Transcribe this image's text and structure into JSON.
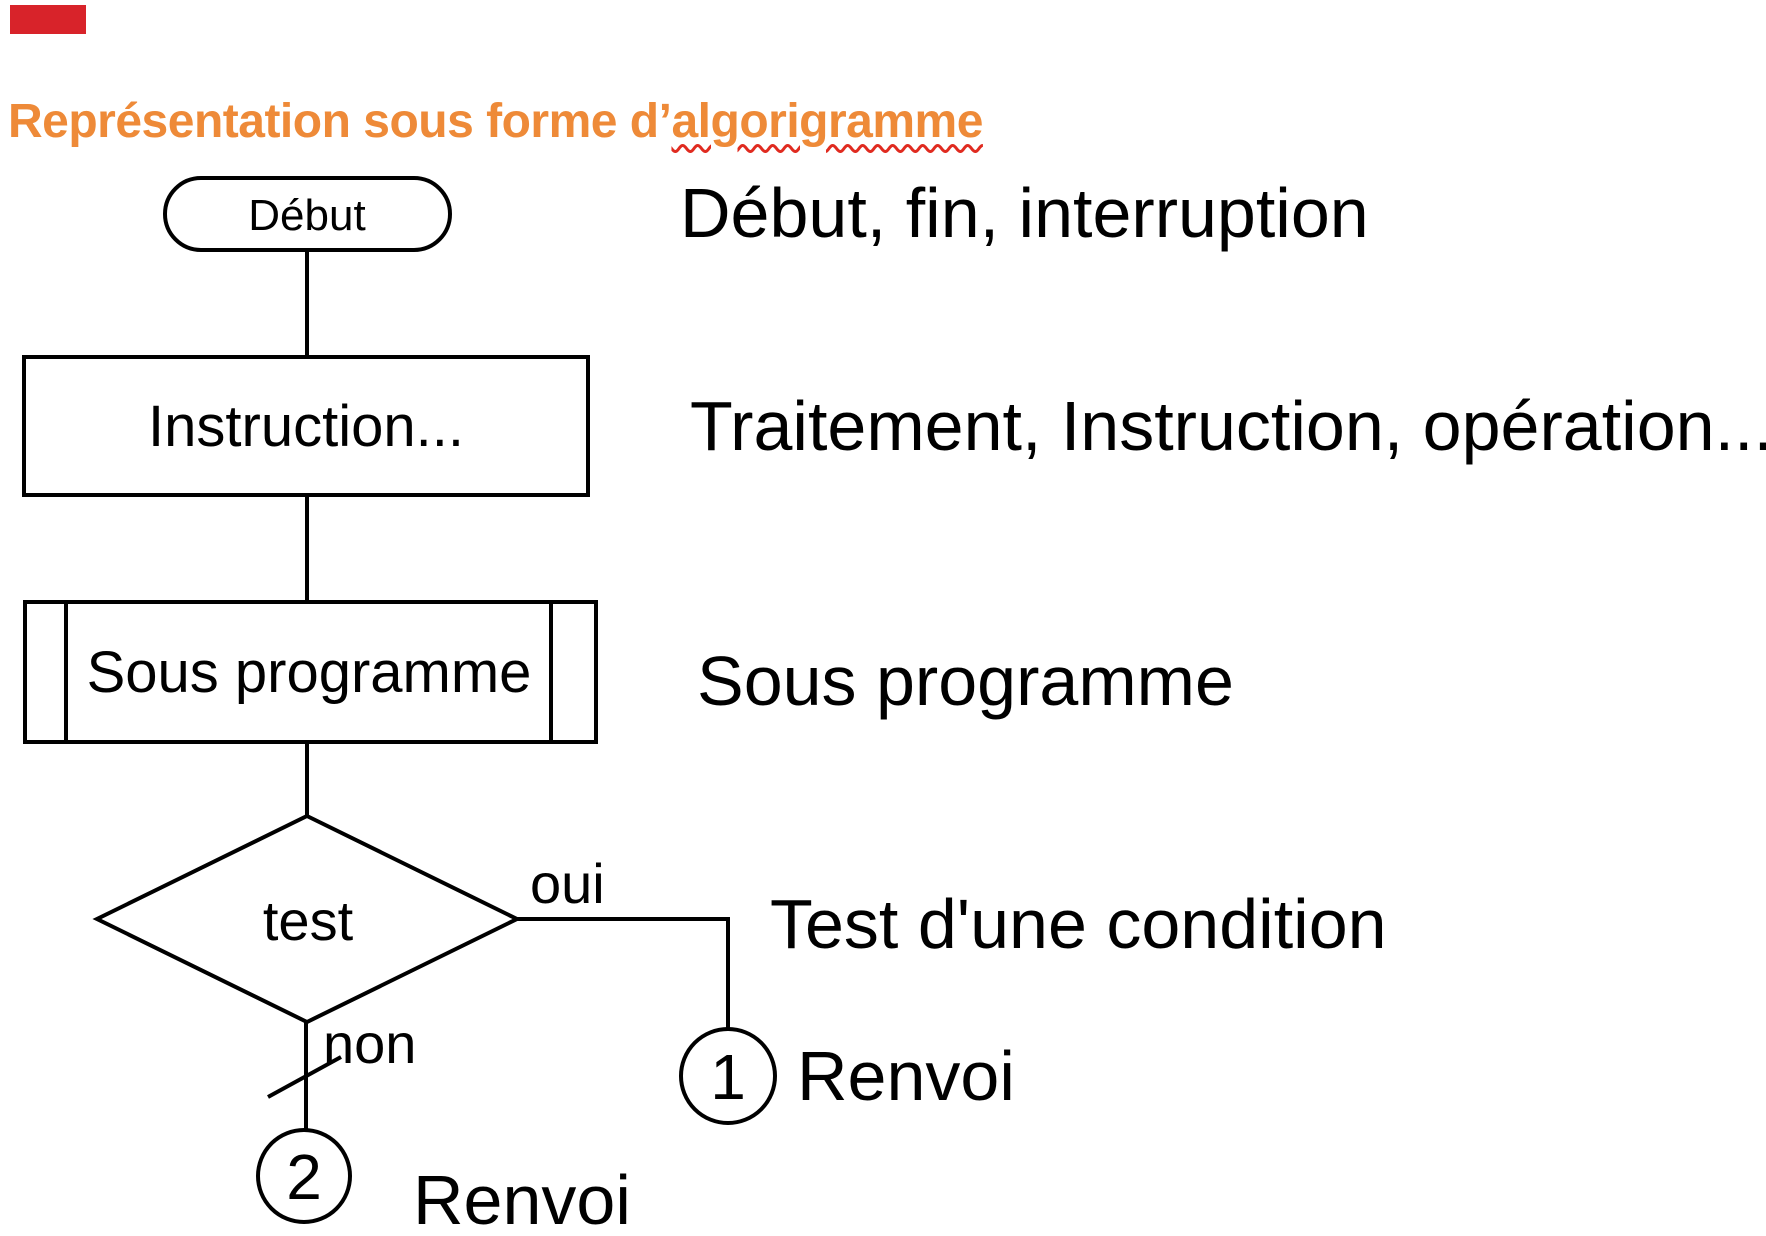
{
  "page": {
    "background_color": "#ffffff"
  },
  "decor": {
    "corner_marker_color": "#d8232a"
  },
  "heading": {
    "prefix": "Représentation sous forme d’",
    "underlined_word": "algorigramme",
    "color": "#ee8a38",
    "underline_color": "#e02b20"
  },
  "flowchart": {
    "stroke_color": "#000000",
    "stadium": {
      "label": "Début"
    },
    "process": {
      "label": "Instruction..."
    },
    "subroutine": {
      "label": "Sous programme"
    },
    "decision": {
      "label": "test",
      "yes_label": "oui",
      "no_label": "non"
    },
    "connector1": {
      "label": "1"
    },
    "connector2": {
      "label": "2"
    }
  },
  "legend": {
    "color": "#b52d22",
    "items": [
      {
        "text": "Début, fin, interruption"
      },
      {
        "text": "Traitement, Instruction, opération..."
      },
      {
        "text": "Sous programme"
      },
      {
        "text": "Test d'une condition"
      },
      {
        "text": "Renvoi"
      },
      {
        "text": "Renvoi"
      }
    ]
  }
}
